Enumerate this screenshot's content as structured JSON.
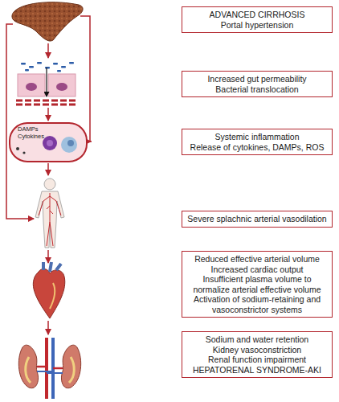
{
  "diagram": {
    "nodes": [
      {
        "text": [
          "ADVANCED CIRRHOSIS",
          "Portal hypertension"
        ]
      },
      {
        "text": [
          "Increased gut permeability",
          "Bacterial translocation"
        ]
      },
      {
        "text": [
          "Systemic inflammation",
          "Release of cytokines, DAMPs, ROS"
        ]
      },
      {
        "text": [
          "Severe splachnic arterial vasodilation"
        ]
      },
      {
        "text": [
          "Reduced effective arterial volume",
          "Increased cardiac output",
          "Insufficient plasma volume to normalize arterial effective volume",
          "Activation of sodium-retaining and vasoconstrictor systems"
        ]
      },
      {
        "text": [
          "Sodium and water retention",
          "Kidney vasoconstriction",
          "Renal function impairment",
          "HEPATORENAL SYNDROME-AKI"
        ]
      },
      {
        "text": [
          "DAMPs",
          "Cytokines"
        ]
      }
    ]
  }
}
